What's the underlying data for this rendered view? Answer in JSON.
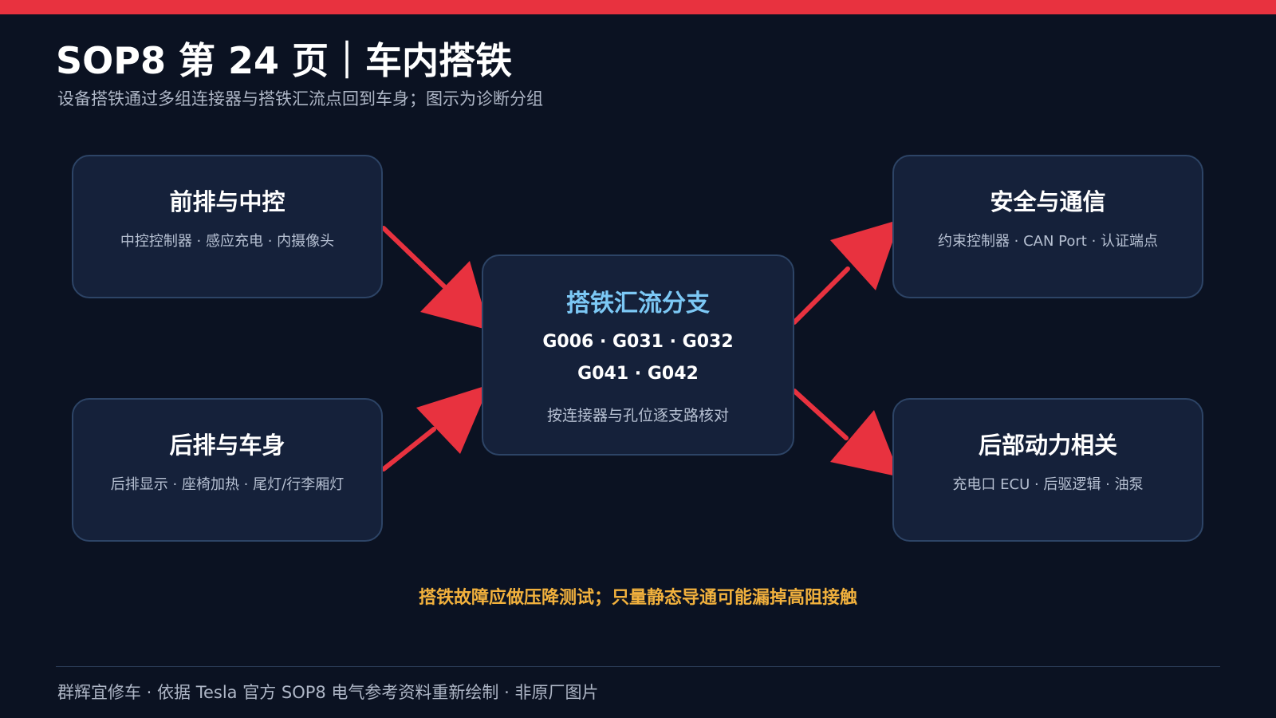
{
  "header": {
    "title": "SOP8 第 24 页｜车内搭铁",
    "subtitle": "设备搭铁通过多组连接器与搭铁汇流点回到车身；图示为诊断分组",
    "accent_color": "#e8323f"
  },
  "groups": {
    "front": {
      "title": "前排与中控",
      "items": "中控控制器 · 感应充电 · 内摄像头"
    },
    "rear": {
      "title": "后排与车身",
      "items": "后排显示 · 座椅加热 · 尾灯/行李厢灯"
    },
    "safety": {
      "title": "安全与通信",
      "items": "约束控制器 · CAN Port · 认证端点"
    },
    "power": {
      "title": "后部动力相关",
      "items": "充电口 ECU · 后驱逻辑 · 油泵"
    }
  },
  "hub": {
    "title": "搭铁汇流分支",
    "connectors_line1": "G006 · G031 · G032",
    "connectors_line2": "G041 · G042",
    "note": "按连接器与孔位逐支路核对"
  },
  "warning": "搭铁故障应做压降测试；只量静态导通可能漏掉高阻接触",
  "footer": "群辉宜修车 · 依据 Tesla 官方 SOP8 电气参考资料重新绘制 · 非原厂图片",
  "colors": {
    "background": "#0b1222",
    "box_fill": "#15213a",
    "box_border": "#2d4466",
    "arrow": "#e8323f",
    "hub_title": "#7cc8f5",
    "warning": "#f2b13d"
  }
}
